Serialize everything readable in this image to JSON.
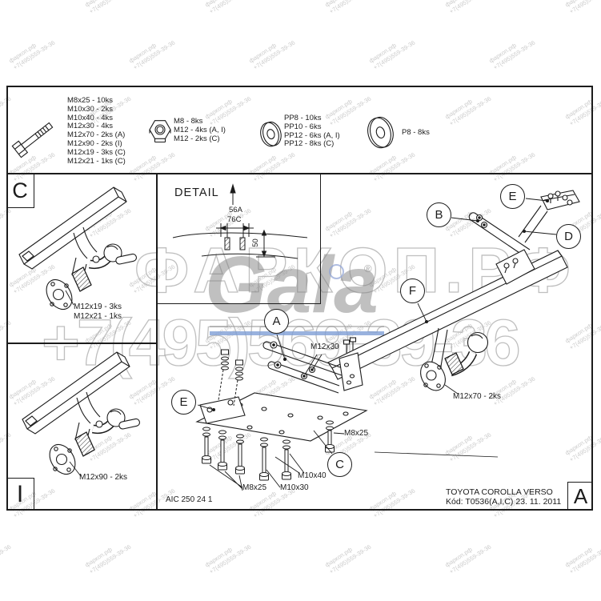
{
  "watermark": {
    "site": "фаркоп.рф",
    "phone": "+7(495)559-39-36",
    "big_site": "ФАРКОП.РФ",
    "big_phone": "+7(495)569-39-36",
    "brand": "Gala",
    "brand_reg": "®"
  },
  "parts_list": {
    "bolts": [
      "M8x25 - 10ks",
      "M10x30 - 2ks",
      "M10x40 - 4ks",
      "M12x30 - 4ks",
      "M12x70 - 2ks (A)",
      "M12x90 - 2ks (I)",
      "M12x19 - 3ks (C)",
      "M12x21 - 1ks (C)"
    ],
    "nuts": [
      "M8 - 8ks",
      "M12 - 4ks (A, I)",
      "M12 - 2ks (C)"
    ],
    "washers_pp": [
      "PP8 - 10ks",
      "PP10 - 6ks",
      "PP12 - 6ks (A, I)",
      "PP12 - 8ks (C)"
    ],
    "washer_p": "P8 - 8ks"
  },
  "sections": {
    "left_top": "C",
    "left_bottom": "I",
    "revision": "A"
  },
  "balloons": {
    "A": "A",
    "B": "B",
    "C": "C",
    "D": "D",
    "E": "E",
    "F": "F"
  },
  "detail": {
    "title": "DETAIL",
    "dim_top": "56A",
    "dim_bottom": "76C",
    "dim_height": "50"
  },
  "drawing_labels": {
    "c_cell_line1": "M12x19 - 3ks",
    "c_cell_line2": "M12x21 - 1ks",
    "i_cell": "M12x90 - 2ks",
    "m12x30": "M12x30",
    "m12x70": "M12x70 - 2ks",
    "m8x25_right": "M8x25",
    "m8x25_bottom": "M8x25",
    "m10x30": "M10x30",
    "m10x40": "M10x40",
    "doc_number": "AIC 250 24 1"
  },
  "title_block": {
    "vehicle": "TOYOTA COROLLA VERSO",
    "code_line": "Kód: T0536(A,I,C)  23. 11. 2011"
  }
}
